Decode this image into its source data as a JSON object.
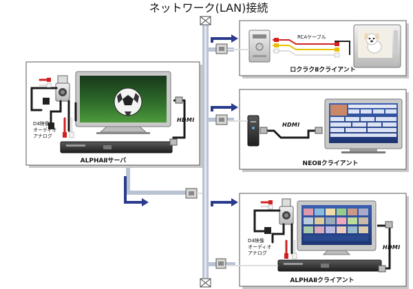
{
  "title": "ネットワーク(LAN)接続",
  "boxes": {
    "server": {
      "label": "ALPHAⅡサーバ",
      "port_label_lines": [
        "D4映像",
        "オーディオ",
        "アナログ"
      ],
      "hdmi_label": "HDMI"
    },
    "rokuraku": {
      "label": "ロクラクⅡクライアント",
      "cable_label": "RCAケーブル"
    },
    "neo": {
      "label": "NEOⅡクライアント",
      "hdmi_label": "HDMI"
    },
    "alpha_client": {
      "label": "ALPHAⅡクライアント",
      "port_label_lines": [
        "D4映像",
        "オーディオ",
        "アナログ"
      ],
      "hdmi_label": "HDMI"
    }
  },
  "colors": {
    "lan_backbone": "#b9c3d3",
    "lan_arrow": "#2a3a8c",
    "box_border": "#555555",
    "box_shadow": "#c8c8c8",
    "cable_dark": "#1a1a1a",
    "rca_red": "#d02020",
    "rca_white": "#eeeeee",
    "rca_yellow": "#e8c000"
  }
}
